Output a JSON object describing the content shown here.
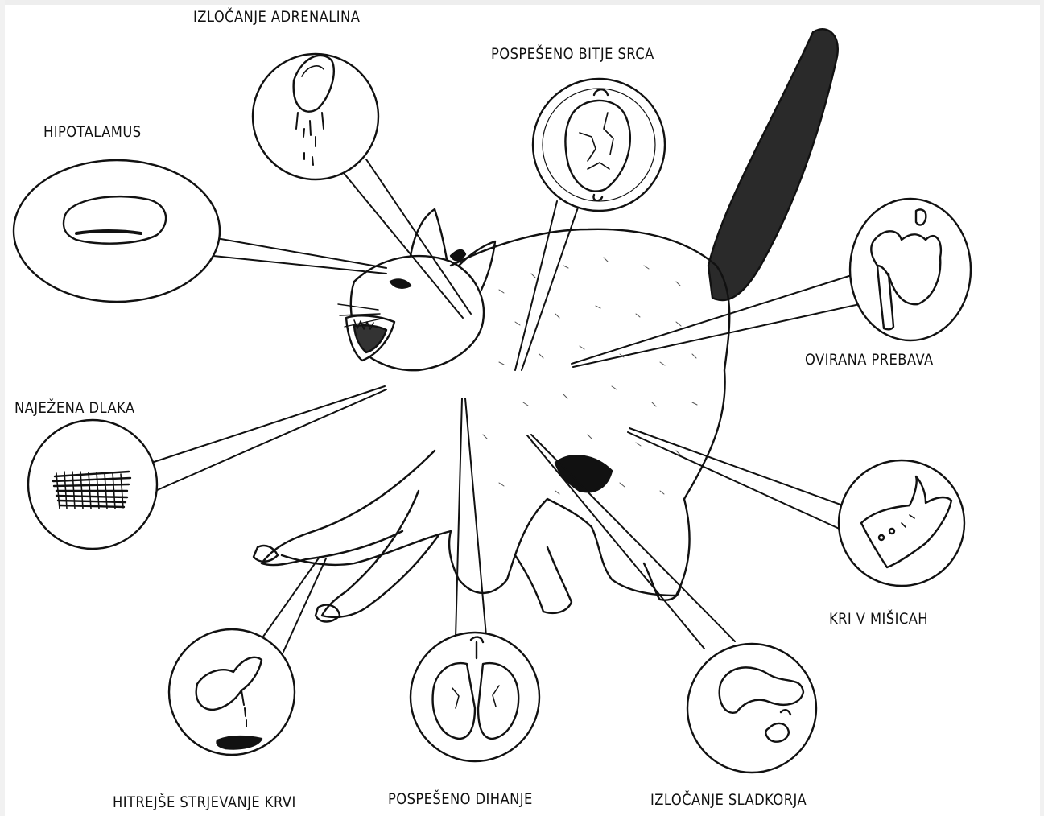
{
  "labels": {
    "adrenalin": "IZLOČANJE ADRENALINA",
    "heart": "POSPEŠENO BITJE SRCA",
    "hypothalamus": "HIPOTALAMUS",
    "digestion": "OVIRANA PREBAVA",
    "fur": "NAJEŽENA DLAKA",
    "muscles": "KRI V MIŠICAH",
    "clotting": "HITREJŠE STRJEVANJE KRVI",
    "breathing": "POSPEŠENO DIHANJE",
    "sugar": "IZLOČANJE SLADKORJA"
  }
}
